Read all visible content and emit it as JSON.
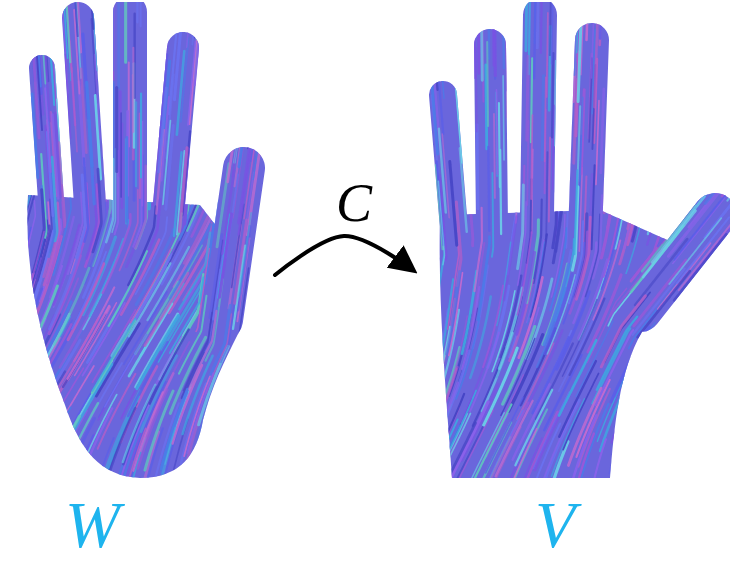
{
  "diagram": {
    "nodes": [
      {
        "text": [
          "W"
        ]
      },
      {
        "text": [
          "V"
        ]
      }
    ],
    "edges": [
      {
        "from": 0,
        "to": 1,
        "label": "C",
        "arrow": "to"
      }
    ]
  }
}
